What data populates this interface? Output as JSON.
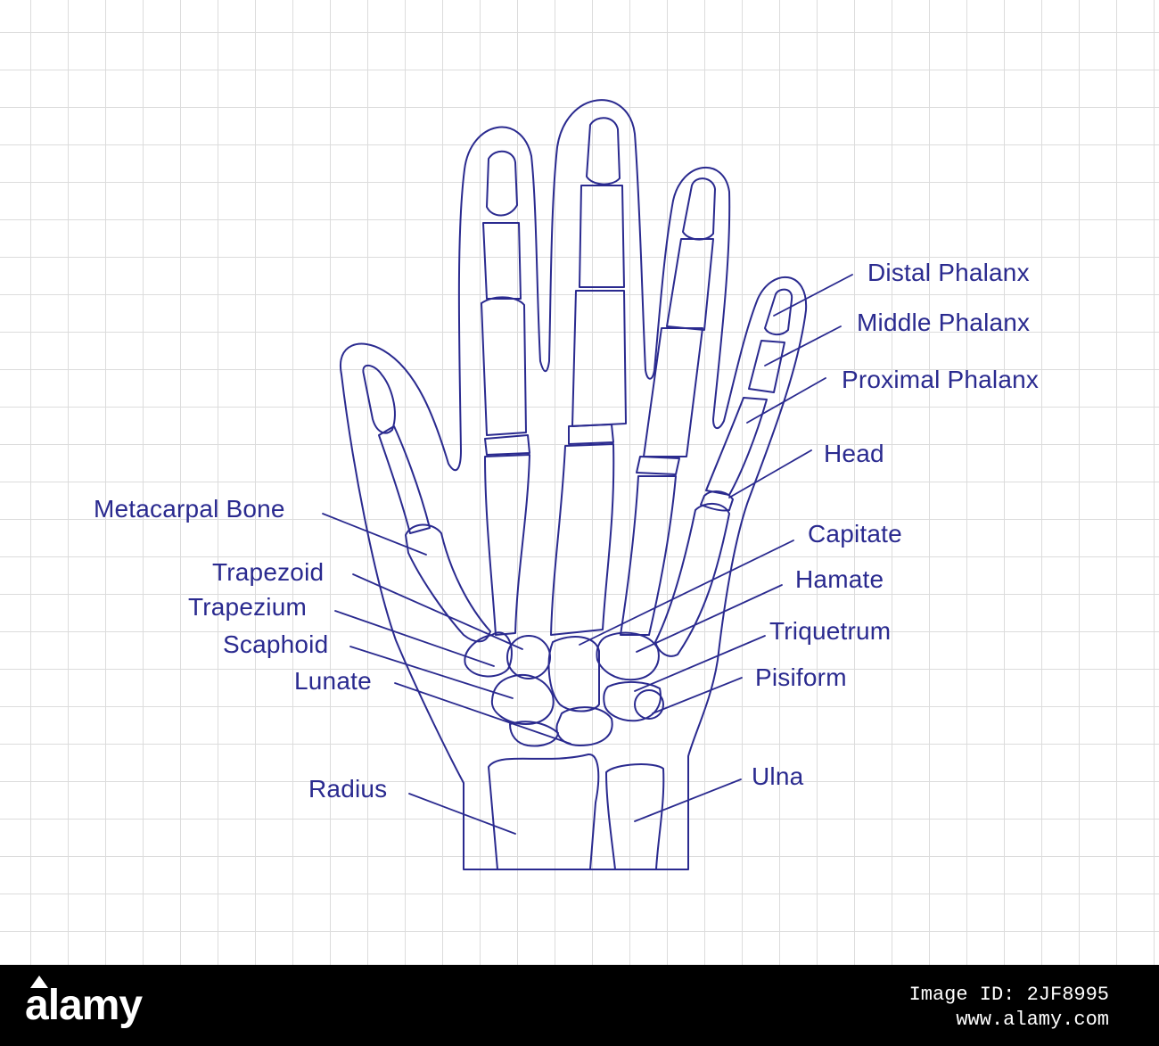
{
  "labels": {
    "distal_phalanx": "Distal Phalanx",
    "middle_phalanx": "Middle Phalanx",
    "proximal_phalanx": "Proximal Phalanx",
    "head": "Head",
    "capitate": "Capitate",
    "hamate": "Hamate",
    "triquetrum": "Triquetrum",
    "pisiform": "Pisiform",
    "ulna": "Ulna",
    "metacarpal_bone": "Metacarpal Bone",
    "trapezoid": "Trapezoid",
    "trapezium": "Trapezium",
    "scaphoid": "Scaphoid",
    "lunate": "Lunate",
    "radius": "Radius"
  },
  "colors": {
    "ink": "#2a2a8f",
    "grid": "#dcdcdc",
    "footer": "#000000"
  },
  "footer": {
    "brand": "alamy",
    "image_id": "Image ID: 2JF8995",
    "site": "www.alamy.com"
  }
}
